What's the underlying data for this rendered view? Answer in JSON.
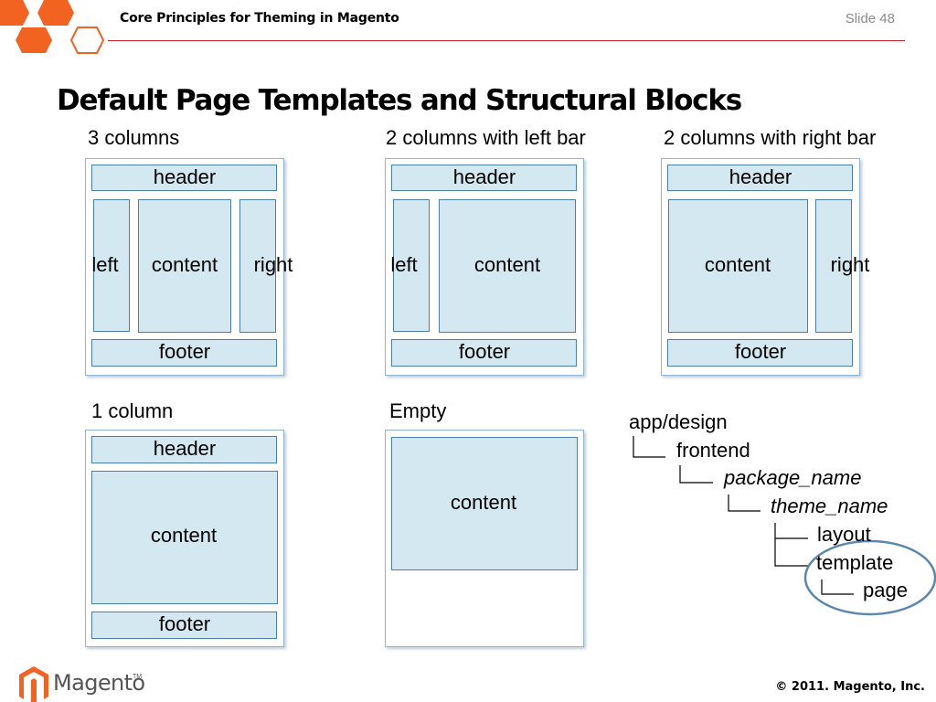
{
  "header": {
    "deck_title": "Core Principles for Theming in Magento",
    "slide_number": "Slide 48"
  },
  "title": "Default Page Templates and Structural Blocks",
  "layouts": {
    "three_columns": {
      "label": "3 columns",
      "header": "header",
      "left": "left",
      "content": "content",
      "right": "right",
      "footer": "footer"
    },
    "two_columns_left": {
      "label": "2 columns with left bar",
      "header": "header",
      "left": "left",
      "content": "content",
      "footer": "footer"
    },
    "two_columns_right": {
      "label": "2 columns with right bar",
      "header": "header",
      "content": "content",
      "right": "right",
      "footer": "footer"
    },
    "one_column": {
      "label": "1 column",
      "header": "header",
      "content": "content",
      "footer": "footer"
    },
    "empty": {
      "label": "Empty",
      "content": "content"
    }
  },
  "tree": {
    "root": "app/design",
    "level1": "frontend",
    "level2": "package_name",
    "level3": "theme_name",
    "level4a": "layout",
    "level4b": "template",
    "level5": "page"
  },
  "footer": {
    "brand": "Magento",
    "trademark": "TM",
    "copyright": "© 2011. Magento, Inc."
  },
  "colors": {
    "accent_orange": "#f26322",
    "rule_red": "#c8202f",
    "block_fill": "#d4e8f2",
    "block_border": "#4a7fa6",
    "highlight_ellipse": "#5b87ae"
  }
}
